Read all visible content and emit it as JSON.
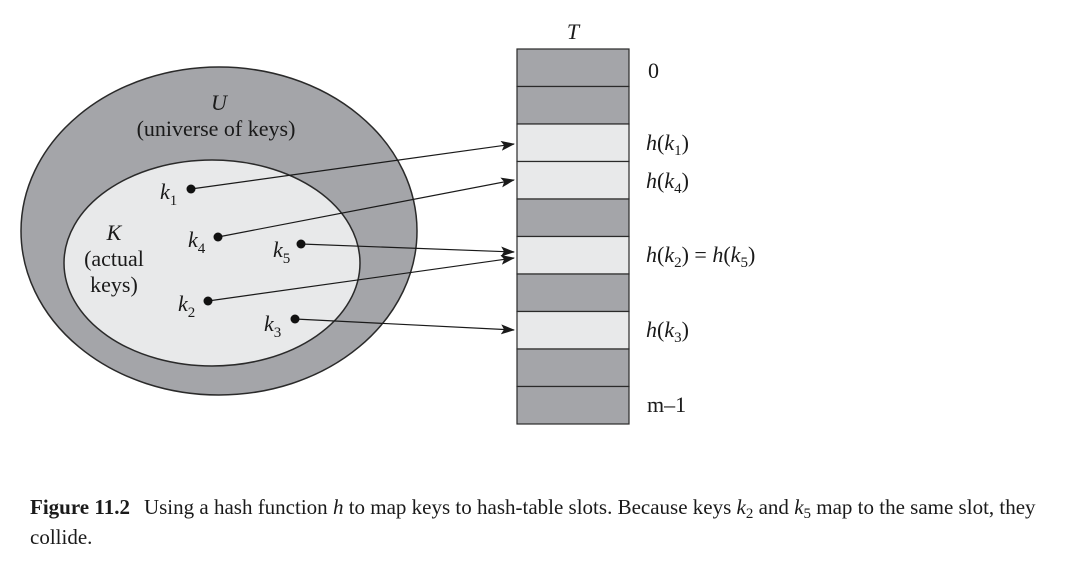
{
  "table_title": "T",
  "universe": {
    "symbol": "U",
    "label": "(universe of keys)"
  },
  "actual": {
    "symbol": "K",
    "line1": "(actual",
    "line2": "keys)"
  },
  "keys": [
    {
      "id": "k1",
      "letter": "k",
      "sub": "1"
    },
    {
      "id": "k4",
      "letter": "k",
      "sub": "4"
    },
    {
      "id": "k5",
      "letter": "k",
      "sub": "5"
    },
    {
      "id": "k2",
      "letter": "k",
      "sub": "2"
    },
    {
      "id": "k3",
      "letter": "k",
      "sub": "3"
    }
  ],
  "slots": [
    {
      "shade": "dark"
    },
    {
      "shade": "dark"
    },
    {
      "shade": "light"
    },
    {
      "shade": "light"
    },
    {
      "shade": "dark"
    },
    {
      "shade": "light"
    },
    {
      "shade": "dark"
    },
    {
      "shade": "light"
    },
    {
      "shade": "dark"
    },
    {
      "shade": "dark"
    }
  ],
  "slot_labels": {
    "first": "0",
    "last": "m–1",
    "h": "h",
    "k": "k",
    "eq": " = ",
    "k1_sub": "1",
    "k4_sub": "4",
    "k2_sub": "2",
    "k5_sub": "5",
    "k3_sub": "3"
  },
  "colors": {
    "dark": "#a4a5a9",
    "light": "#e8e9ea",
    "stroke": "#2a2a2a"
  },
  "caption": {
    "figure": "Figure 11.2",
    "t1": "Using a hash function ",
    "h": "h",
    "t2": " to map keys to hash-table slots. Because keys ",
    "k": "k",
    "sub2": "2",
    "t3": " and ",
    "sub5": "5",
    "t4": " map to the same slot, they collide."
  }
}
